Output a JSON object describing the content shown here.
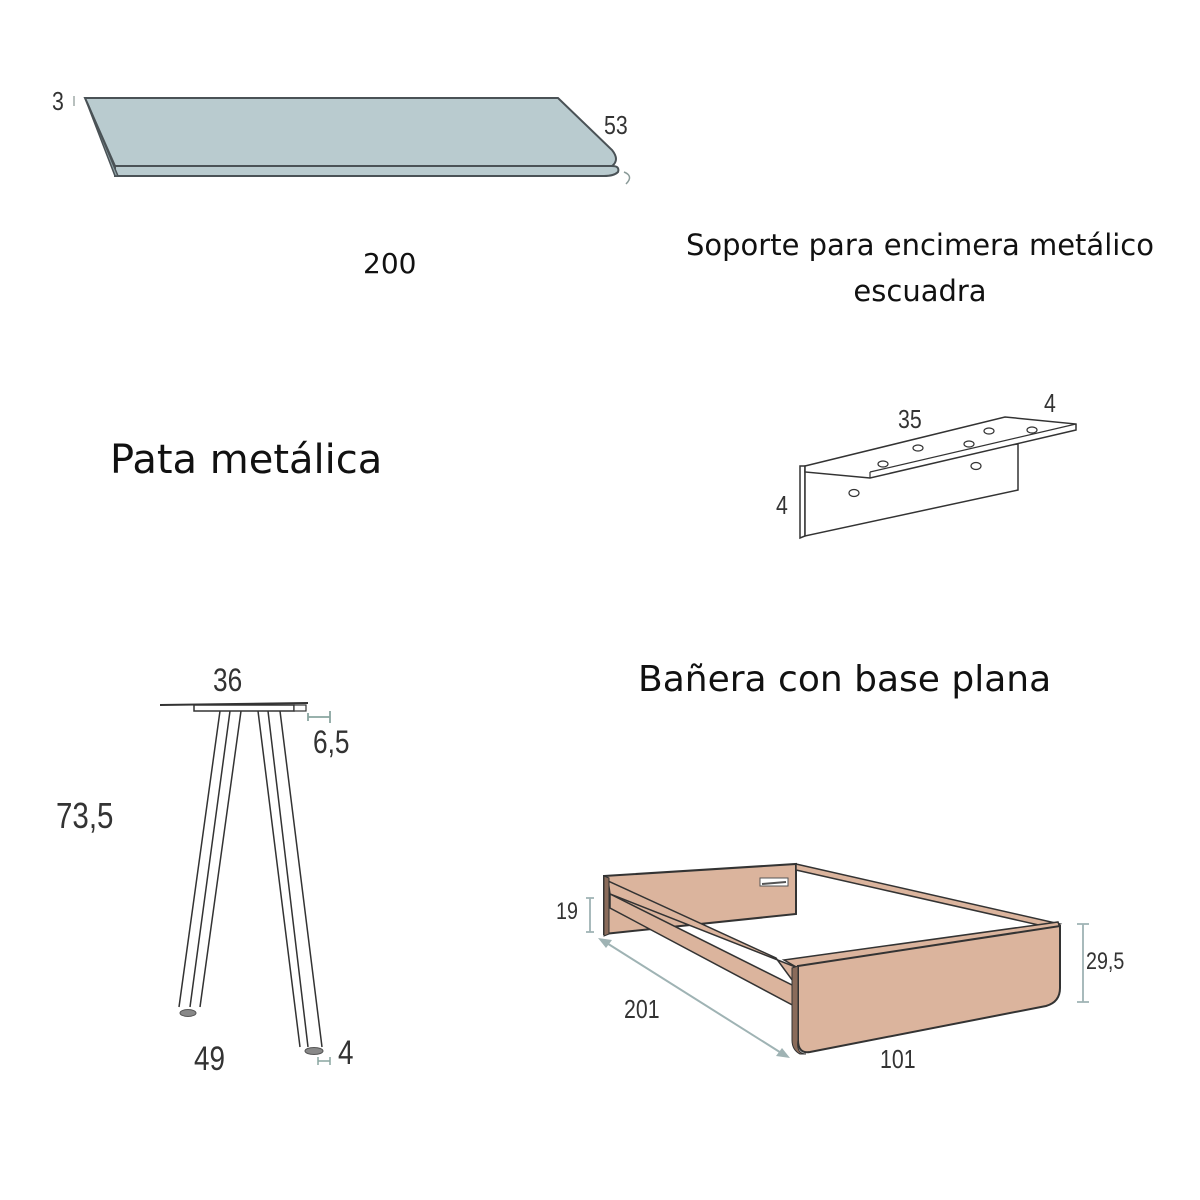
{
  "countertop": {
    "width_label": "200",
    "thickness_label": "3",
    "depth_label": "53",
    "fill_color": "#b9cbcf",
    "edge_color": "#4a5256"
  },
  "support": {
    "title": "Soporte para encimera metálico escuadra",
    "length_label": "35",
    "top_width_label": "4",
    "height_label": "4"
  },
  "leg": {
    "title": "Pata metálica",
    "top_width_label": "36",
    "plate_offset_label": "6,5",
    "height_label": "73,5",
    "base_width_label": "49",
    "foot_label": "4",
    "dimension_line_color": "#8aa6a0"
  },
  "tub": {
    "title": "Bañera con base plana",
    "back_height_label": "19",
    "front_height_label": "29,5",
    "length_label": "201",
    "width_label": "101",
    "fill_color": "#dbb49d",
    "dimension_line_color": "#9fb3b4"
  }
}
